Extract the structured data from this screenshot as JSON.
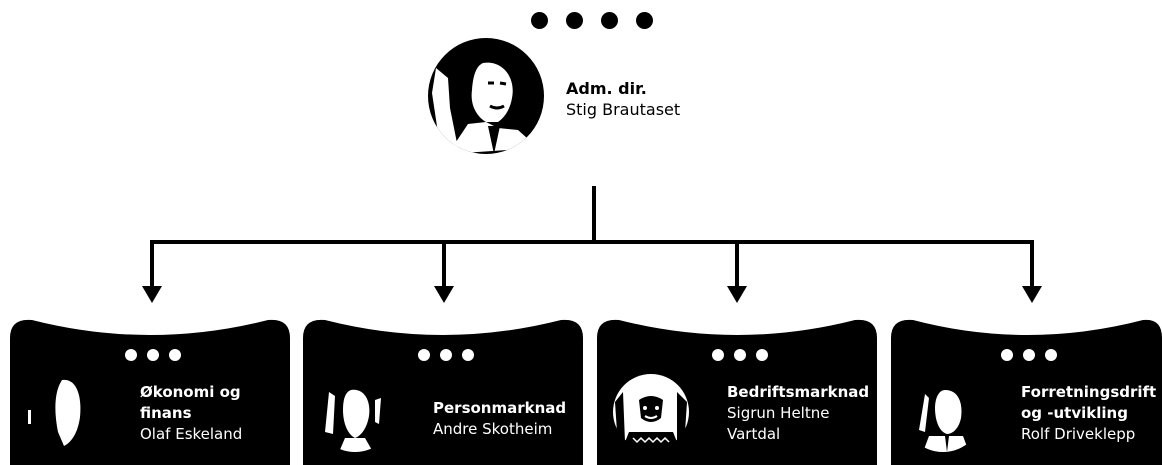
{
  "ceo": {
    "title": "Adm. dir.",
    "name": "Stig Brautaset"
  },
  "units": [
    {
      "title": "Økonomi og finans",
      "name": "Olaf Eskeland"
    },
    {
      "title": "Personmarknad",
      "name": "Andre Skotheim"
    },
    {
      "title": "Bedriftsmarknad",
      "name": "Sigrun Heltne Vartdal"
    },
    {
      "title": "Forretningsdrift og -utvikling",
      "name": "Rolf Driveklepp"
    }
  ],
  "colors": {
    "ink": "#000000",
    "paper": "#ffffff"
  }
}
